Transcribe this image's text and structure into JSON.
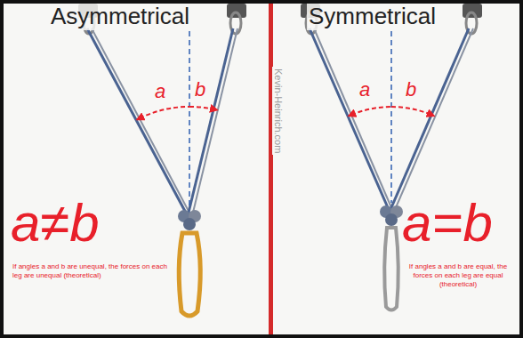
{
  "diagram": {
    "labels": [
      "Asymmetrical",
      "a",
      "b",
      "a≠b",
      "If angles a and b are unequal, the forces on each leg are unequal (theoretical)",
      "Kevin-Heinrich.com",
      "Symmetrical",
      "a",
      "b",
      "a=b",
      "If angles a and b are equal, the forces on each leg are equal (theoretical)"
    ]
  }
}
